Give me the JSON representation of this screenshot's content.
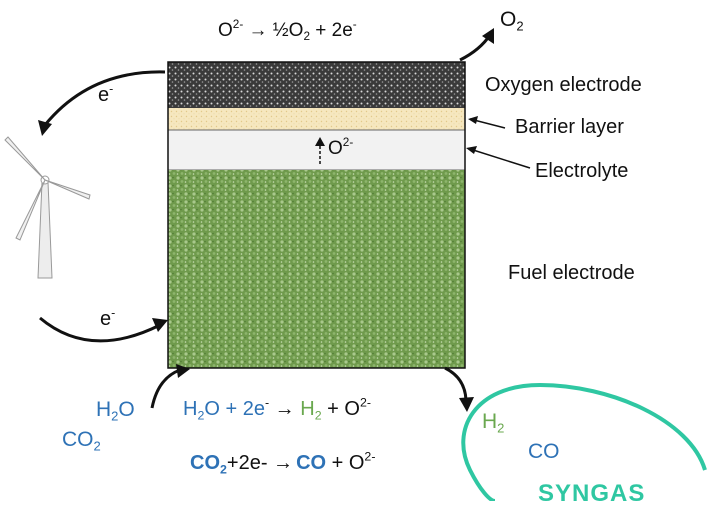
{
  "colors": {
    "oxygen_electrode": "#2b2b2b",
    "barrier_layer": "#f3e2b3",
    "electrolyte": "#f2f2f2",
    "fuel_electrode": "#6f9a4c",
    "h2o_blue": "#2e72b6",
    "h2_green": "#6aa84f",
    "syngas_teal": "#2fc7a2"
  },
  "top_reaction": {
    "o": "O",
    "o_charge": "2-",
    "rest": " → ½O",
    "o2_sub": "2",
    "plus": " + 2e",
    "e_charge": "-"
  },
  "o2_out": {
    "o": "O",
    "sub": "2"
  },
  "layers": {
    "oxygen_electrode": "Oxygen electrode",
    "barrier_layer": "Barrier layer",
    "electrolyte": "Electrolyte",
    "fuel_electrode": "Fuel electrode"
  },
  "ion_label": {
    "o": "O",
    "charge": "2-"
  },
  "electron_top": {
    "e": "e",
    "charge": "-"
  },
  "electron_bottom": {
    "e": "e",
    "charge": "-"
  },
  "inlet": {
    "h2o_h": "H",
    "h2o_sub": "2",
    "h2o_o": "O",
    "co2_co": "CO",
    "co2_sub": "2"
  },
  "h2o_reaction": {
    "h": "H",
    "h_sub": "2",
    "o_part": "O + 2e",
    "e_charge": "-",
    "arrow": " → ",
    "h2": "H",
    "h2_sub": "2",
    "plus": " + O",
    "o_charge": "2-"
  },
  "co2_reaction": {
    "co2": "CO",
    "co2_sub": "2",
    "mid": "+2e- →",
    "co": "CO",
    "plus": " + O",
    "o_charge": "2-"
  },
  "outlet": {
    "h2": "H",
    "h2_sub": "2",
    "co": "CO"
  },
  "syngas": "SYNGAS"
}
